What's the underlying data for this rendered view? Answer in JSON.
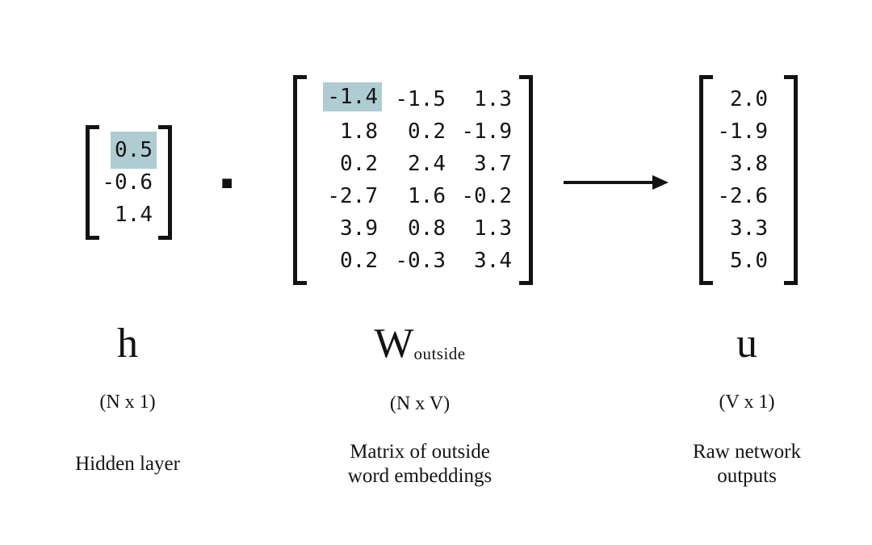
{
  "h_vector": {
    "values": [
      "0.5",
      "-0.6",
      "1.4"
    ],
    "highlight_index": 0,
    "symbol": "h",
    "dims": "(N x 1)",
    "caption": "Hidden layer"
  },
  "operator": "▪",
  "w_matrix": {
    "rows": [
      [
        "-1.4",
        "-1.5",
        "1.3"
      ],
      [
        "1.8",
        "0.2",
        "-1.9"
      ],
      [
        "0.2",
        "2.4",
        "3.7"
      ],
      [
        "-2.7",
        "1.6",
        "-0.2"
      ],
      [
        "3.9",
        "0.8",
        "1.3"
      ],
      [
        "0.2",
        "-0.3",
        "3.4"
      ]
    ],
    "highlight_cell": "row 0, col 0",
    "symbol": "W",
    "symbol_subscript": "outside",
    "dims": "(N x V)",
    "caption_line1": "Matrix of outside",
    "caption_line2": "word embeddings"
  },
  "u_vector": {
    "values": [
      "2.0",
      "-1.9",
      "3.8",
      "-2.6",
      "3.3",
      "5.0"
    ],
    "symbol": "u",
    "dims": "(V x 1)",
    "caption_line1": "Raw network",
    "caption_line2": "outputs"
  },
  "colors": {
    "highlight": "#afccd2",
    "text": "#141414",
    "background": "#ffffff"
  }
}
